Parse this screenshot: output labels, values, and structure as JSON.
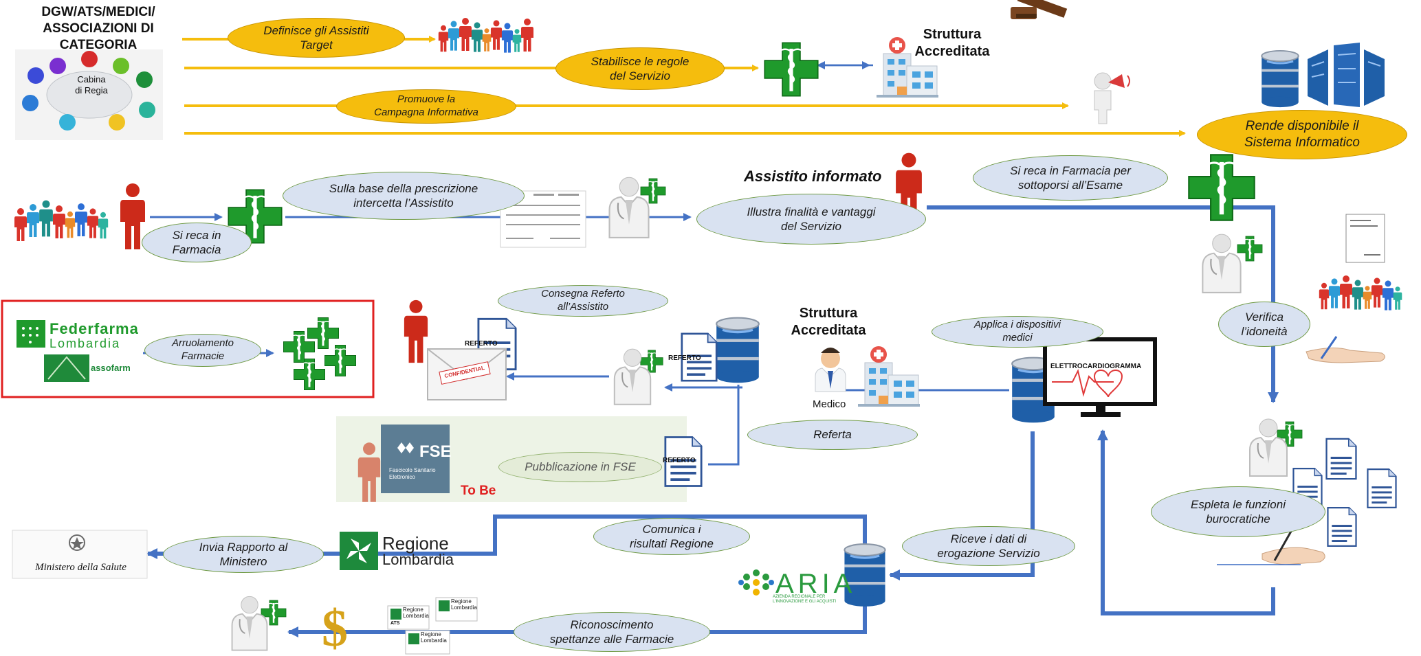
{
  "header": {
    "title": "DGW/ATS/MEDICI/\nASSOCIAZIONI DI CATEGORIA",
    "cabina": "Cabina\ndi Regia"
  },
  "labels": {
    "struttura_top": "Struttura\nAccreditata",
    "struttura_mid": "Struttura\nAccreditata",
    "assistito_informato": "Assistito informato",
    "medico": "Medico",
    "to_be": "To Be",
    "referto": "REFERTO",
    "confidential": "CONFIDENTIAL",
    "ecg": "ELETTROCARDIOGRAMMA",
    "fse": "FSE",
    "fse_sub": "Fascicolo Sanitario\nElettronico",
    "federfarma_1": "Federfarma",
    "federfarma_2": "Lombardia",
    "assofarm": "assofarm",
    "regione_1": "Regione",
    "regione_2": "Lombardia",
    "aria": "ARIA",
    "aria_sub": "AZIENDA REGIONALE PER\nL'INNOVAZIONE E GLI ACQUISTI",
    "ministero": "Ministero della Salute",
    "ats_box": "Regione\nLombardia",
    "ats": "ATS"
  },
  "ellipses": {
    "definisce": "Definisce  gli Assistiti\nTarget",
    "stabilisce": "Stabilisce le regole\ndel Servizio",
    "promuove": "Promuove la\nCampagna Informativa",
    "rende": "Rende disponibile il\nSistema Informatico",
    "sulla_base": "Sulla base della prescrizione\nintercetta l’Assistito",
    "si_reca": "Si reca in\nFarmacia",
    "illustra": "Illustra finalità e vantaggi\ndel Servizio",
    "si_reca_esame": "Si reca in Farmacia per\nsottoporsi all’Esame",
    "verifica": "Verifica\nl’idoneità",
    "consegna": "Consegna Referto\nall’Assistito",
    "arruolamento": "Arruolamento\nFarmacie",
    "applica": "Applica i dispositivi\nmedici",
    "referta": "Referta",
    "pubblicazione": "Pubblicazione in FSE",
    "espleta": "Espleta le funzioni\nburocratiche",
    "comunica": "Comunica i\nrisultati Regione",
    "invia": "Invia Rapporto al\nMinistero",
    "riceve": "Riceve i dati di\nerogazione Servizio",
    "riconoscimento": "Riconoscimento\nspettanze alle Farmacie"
  },
  "colors": {
    "yellow_arrow": "#f5bd0d",
    "blue_arrow": "#4472c4",
    "pharmacy_green": "#1f9a2c",
    "person_red": "#cc2a1a",
    "frame_red": "#e02020"
  },
  "icons": [
    "pharmacy-cross-icon",
    "hospital-icon",
    "crowd-icon",
    "person-icon",
    "database-icon",
    "server-icon",
    "gavel-icon",
    "megaphone-icon",
    "document-icon",
    "pharmacist-icon",
    "monitor-icon",
    "dollar-icon",
    "signing-hand-icon",
    "emblem-icon",
    "pinwheel-icon"
  ]
}
